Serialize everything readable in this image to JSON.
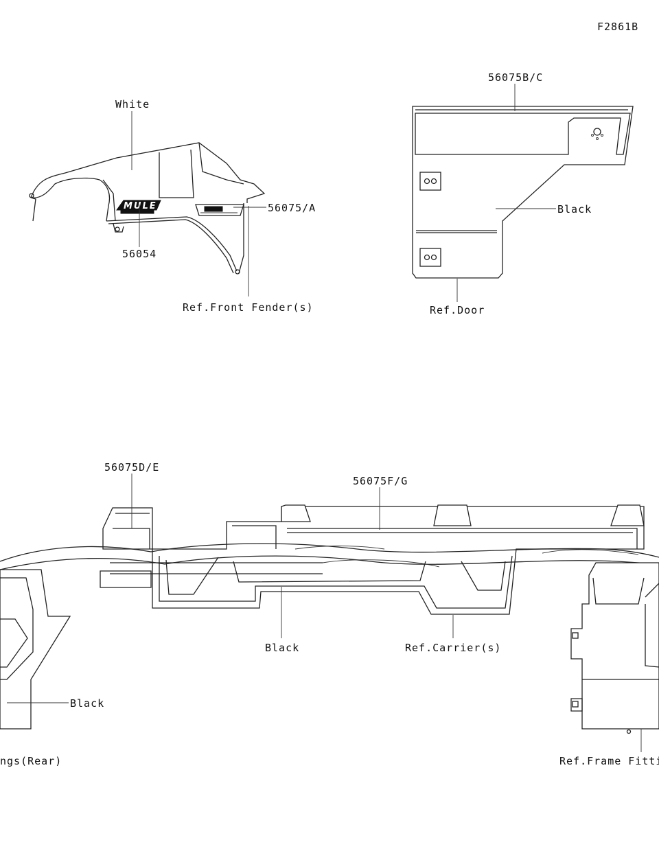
{
  "figure_code": "F2861B",
  "callouts": {
    "white": "White",
    "part_56054": "56054",
    "part_56075a": "56075/A",
    "ref_front_fender": "Ref.Front Fender(s)",
    "part_56075bc": "56075B/C",
    "black_door": "Black",
    "ref_door": "Ref.Door",
    "part_56075de": "56075D/E",
    "part_56075fg": "56075F/G",
    "black_carrier": "Black",
    "ref_carrier": "Ref.Carrier(s)",
    "black_left": "Black",
    "ref_rear_partial": "ngs(Rear)",
    "ref_frame_partial": "Ref.Frame Fitti"
  },
  "logos": {
    "mule_text": "MULE"
  },
  "colors": {
    "line": "#222222",
    "background": "#ffffff"
  }
}
